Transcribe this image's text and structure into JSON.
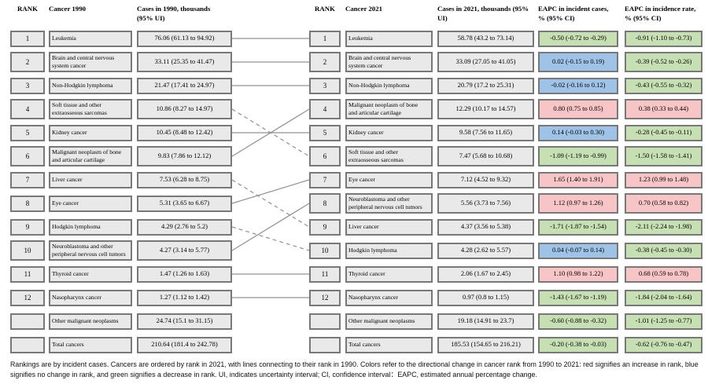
{
  "headers": {
    "rank_1990": [
      "RANK"
    ],
    "cancer_1990": [
      "Cancer 1990"
    ],
    "cases_1990": [
      "Cases in 1990, thousands",
      "(95% UI)"
    ],
    "rank_2021": [
      "RANK"
    ],
    "cancer_2021": [
      "Cancer 2021"
    ],
    "cases_2021": [
      "Cases in 2021, thousands  (95%",
      "UI)"
    ],
    "eapc_cases": [
      "EAPC in incident cases,",
      "% (95% CI)"
    ],
    "eapc_rate": [
      "EAPC in incidence rate,",
      "% (95% CI)"
    ]
  },
  "colors": {
    "box_background": "#e9e9e9",
    "box_border": "#787878",
    "link_line": "#909090",
    "change": {
      "increase": "#f8c5c7",
      "no_change": "#9ec3e6",
      "decrease": "#c6e0b4"
    }
  },
  "chart_data": {
    "type": "table",
    "left_1990": [
      {
        "rank": "1",
        "cancer": "Leukemia",
        "cases": "76.06 (61.13 to 94.92)"
      },
      {
        "rank": "2",
        "cancer": [
          "Brain and central nervous",
          "system cancer"
        ],
        "cases": "33.11 (25.35 to 41.47)"
      },
      {
        "rank": "3",
        "cancer": "Non-Hodgkin lymphoma",
        "cases": "21.47 (17.41 to 24.97)"
      },
      {
        "rank": "4",
        "cancer": [
          "Soft tissue and other",
          "extraosseous sarcomas"
        ],
        "cases": "10.86 (8.27 to 14.97)"
      },
      {
        "rank": "5",
        "cancer": "Kidney cancer",
        "cases": "10.45 (8.48 to 12.42)"
      },
      {
        "rank": "6",
        "cancer": [
          "Malignant neoplasm of bone",
          "and articular cartilage"
        ],
        "cases": "9.83 (7.86 to 12.12)"
      },
      {
        "rank": "7",
        "cancer": "Liver cancer",
        "cases": "7.53 (6.28 to 8.75)"
      },
      {
        "rank": "8",
        "cancer": "Eye cancer",
        "cases": "5.31 (3.65 to 6.67)"
      },
      {
        "rank": "9",
        "cancer": "Hodgkin lymphoma",
        "cases": "4.29 (2.76 to 5.2)"
      },
      {
        "rank": "10",
        "cancer": [
          "Neuroblastoma and other",
          "peripheral nervous cell tumors"
        ],
        "cases": "4.27 (3.14 to 5.77)"
      },
      {
        "rank": "11",
        "cancer": "Thyroid cancer",
        "cases": "1.47 (1.26 to 1.63)"
      },
      {
        "rank": "12",
        "cancer": "Nasopharynx cancer",
        "cases": "1.27 (1.12 to 1.42)"
      },
      {
        "rank": "",
        "cancer": "Other malignant neoplasms",
        "cases": "24.74 (15.1 to 31.15)"
      },
      {
        "rank": "",
        "cancer": "Total cancers",
        "cases": "210.64 (181.4 to 242.78)"
      }
    ],
    "right_2021": [
      {
        "rank": "1",
        "cancer": "Leukemia",
        "cases": "58.78 (43.2 to 73.14)",
        "eapc_cases": "-0.50 (-0.72 to -0.29)",
        "eapc_cases_change": "decrease",
        "eapc_rate": "-0.91 (-1.10 to -0.73)",
        "eapc_rate_change": "decrease"
      },
      {
        "rank": "2",
        "cancer": [
          "Brain and central nervous",
          "system cancer"
        ],
        "cases": "33.09 (27.05 to 41.05)",
        "eapc_cases": "0.02 (-0.15 to 0.19)",
        "eapc_cases_change": "no_change",
        "eapc_rate": "-0.39 (-0.52 to -0.26)",
        "eapc_rate_change": "decrease"
      },
      {
        "rank": "3",
        "cancer": "Non-Hodgkin lymphoma",
        "cases": "20.79 (17.2 to 25.31)",
        "eapc_cases": "-0.02 (-0.16 to 0.12)",
        "eapc_cases_change": "no_change",
        "eapc_rate": "-0.43 (-0.55 to -0.32)",
        "eapc_rate_change": "decrease"
      },
      {
        "rank": "4",
        "cancer": [
          "Malignant neoplasm of bone",
          "and articular cartilage"
        ],
        "cases": "12.29 (10.17 to 14.57)",
        "eapc_cases": "0.80 (0.75 to 0.85)",
        "eapc_cases_change": "increase",
        "eapc_rate": "0.38 (0.33 to 0.44)",
        "eapc_rate_change": "increase"
      },
      {
        "rank": "5",
        "cancer": "Kidney cancer",
        "cases": "9.58 (7.56 to 11.65)",
        "eapc_cases": "0.14 (-0.03 to 0.30)",
        "eapc_cases_change": "no_change",
        "eapc_rate": "-0.28 (-0.45 to -0.11)",
        "eapc_rate_change": "decrease"
      },
      {
        "rank": "6",
        "cancer": [
          "Soft tissue and other",
          "extraosseous sarcomas"
        ],
        "cases": "7.47 (5.68 to 10.68)",
        "eapc_cases": "-1.09 (-1.19 to -0.99)",
        "eapc_cases_change": "decrease",
        "eapc_rate": "-1.50 (-1.58 to -1.41)",
        "eapc_rate_change": "decrease"
      },
      {
        "rank": "7",
        "cancer": "Eye cancer",
        "cases": "7.12 (4.52 to 9.32)",
        "eapc_cases": "1.65 (1.40 to 1.91)",
        "eapc_cases_change": "increase",
        "eapc_rate": "1.23 (0.99 to 1.48)",
        "eapc_rate_change": "increase"
      },
      {
        "rank": "8",
        "cancer": [
          "Neuroblastoma and other",
          "peripheral nervous cell tumors"
        ],
        "cases": "5.56 (3.73 to 7.56)",
        "eapc_cases": "1.12 (0.97 to 1.26)",
        "eapc_cases_change": "increase",
        "eapc_rate": "0.70 (0.58 to 0.82)",
        "eapc_rate_change": "increase"
      },
      {
        "rank": "9",
        "cancer": "Liver cancer",
        "cases": "4.37 (3.56 to 5.38)",
        "eapc_cases": "-1.71 (-1.87 to -1.54)",
        "eapc_cases_change": "decrease",
        "eapc_rate": "-2.11 (-2.24 to -1.98)",
        "eapc_rate_change": "decrease"
      },
      {
        "rank": "10",
        "cancer": "Hodgkin lymphoma",
        "cases": "4.28 (2.62 to 5.57)",
        "eapc_cases": "0.04 (-0.07 to 0.14)",
        "eapc_cases_change": "no_change",
        "eapc_rate": "-0.38 (-0.45 to -0.30)",
        "eapc_rate_change": "decrease"
      },
      {
        "rank": "11",
        "cancer": "Thyroid cancer",
        "cases": "2.06 (1.67 to 2.45)",
        "eapc_cases": "1.10 (0.98 to 1.22)",
        "eapc_cases_change": "increase",
        "eapc_rate": "0.68 (0.59 to 0.78)",
        "eapc_rate_change": "increase"
      },
      {
        "rank": "12",
        "cancer": "Nasopharynx cancer",
        "cases": "0.97 (0.8 to 1.15)",
        "eapc_cases": "-1.43 (-1.67 to -1.19)",
        "eapc_cases_change": "decrease",
        "eapc_rate": "-1.84 (-2.04 to -1.64)",
        "eapc_rate_change": "decrease"
      },
      {
        "rank": "",
        "cancer": "Other malignant neoplasms",
        "cases": "19.18 (14.91 to 23.7)",
        "eapc_cases": "-0.60 (-0.88 to -0.32)",
        "eapc_cases_change": "decrease",
        "eapc_rate": "-1.01 (-1.25 to -0.77)",
        "eapc_rate_change": "decrease"
      },
      {
        "rank": "",
        "cancer": "Total cancers",
        "cases": "185.53 (154.65 to 216.21)",
        "eapc_cases": "-0.20 (-0.38 to -0.03)",
        "eapc_cases_change": "decrease",
        "eapc_rate": "-0.62 (-0.76 to -0.47)",
        "eapc_rate_change": "decrease"
      }
    ],
    "links": [
      {
        "from": 1,
        "to": 1,
        "style": "solid"
      },
      {
        "from": 2,
        "to": 2,
        "style": "solid"
      },
      {
        "from": 3,
        "to": 3,
        "style": "solid"
      },
      {
        "from": 4,
        "to": 6,
        "style": "dashed"
      },
      {
        "from": 5,
        "to": 5,
        "style": "solid"
      },
      {
        "from": 6,
        "to": 4,
        "style": "solid"
      },
      {
        "from": 7,
        "to": 9,
        "style": "dashed"
      },
      {
        "from": 8,
        "to": 7,
        "style": "solid"
      },
      {
        "from": 9,
        "to": 10,
        "style": "dashed"
      },
      {
        "from": 10,
        "to": 8,
        "style": "solid"
      },
      {
        "from": 11,
        "to": 11,
        "style": "solid"
      },
      {
        "from": 12,
        "to": 12,
        "style": "solid"
      }
    ]
  },
  "caption": "Rankings are by incident cases. Cancers are ordered by rank in 2021, with lines connecting to their rank in 1990. Colors refer to the directional change in cancer rank from 1990 to 2021: red signifies an increase in rank, blue signifies no change in rank, and green signifies a decrease in rank. UI, indicates uncertainty interval; CI, confidence interval：EAPC, estimated annual percentage change."
}
